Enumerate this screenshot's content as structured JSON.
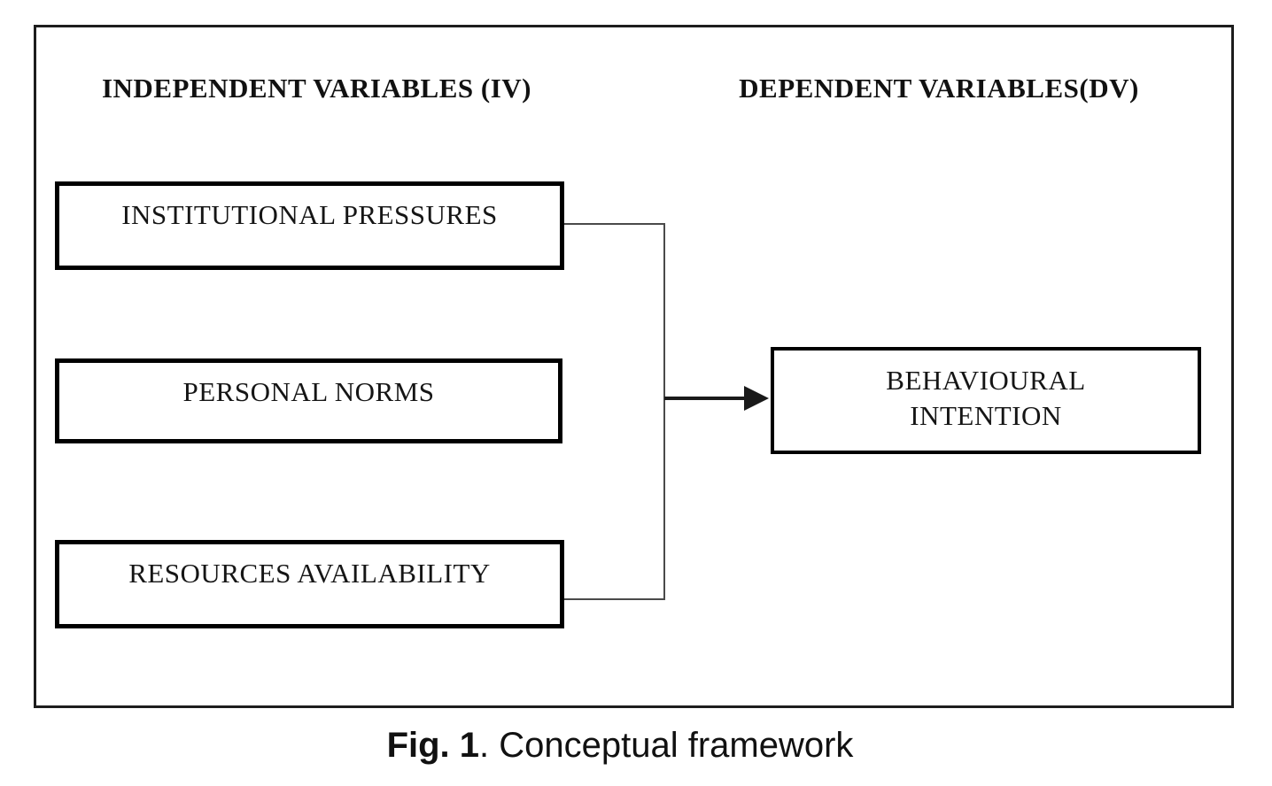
{
  "diagram": {
    "headers": {
      "left": "INDEPENDENT VARIABLES (IV)",
      "right": "DEPENDENT VARIABLES(DV)"
    },
    "iv_boxes": [
      "INSTITUTIONAL PRESSURES",
      "PERSONAL NORMS",
      "RESOURCES AVAILABILITY"
    ],
    "dv_box": {
      "line1": "BEHAVIOURAL",
      "line2": "INTENTION"
    },
    "caption": {
      "label": "Fig. 1",
      "text": ". Conceptual framework"
    },
    "colors": {
      "background": "#ffffff",
      "frame_border": "#1d1d1d",
      "box_border": "#000000",
      "connector_line": "#4a4a4a",
      "arrow": "#1a1a1a"
    }
  }
}
